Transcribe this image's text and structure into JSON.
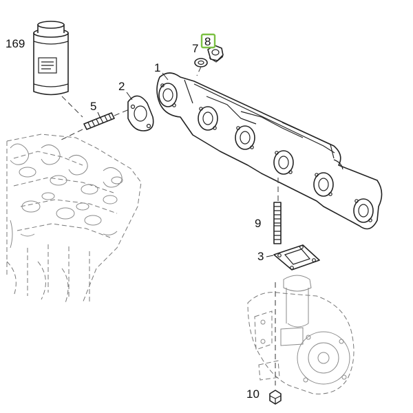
{
  "callouts": {
    "c169": "169",
    "c1": "1",
    "c2": "2",
    "c3": "3",
    "c5": "5",
    "c7": "7",
    "c8": "8",
    "c9": "9",
    "c10": "10"
  },
  "highlight_color": "#7bc043"
}
